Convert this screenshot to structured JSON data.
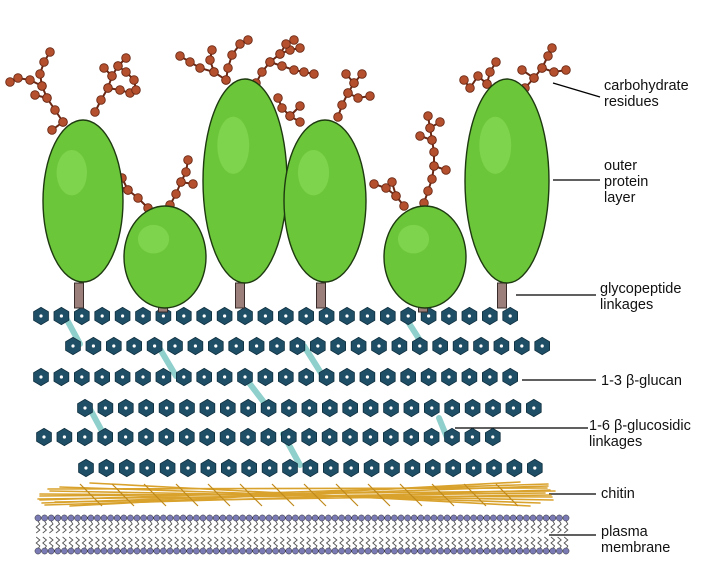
{
  "labels": {
    "carbohydrate": "carbohydrate\nresidues",
    "outer_protein": "outer\nprotein\nlayer",
    "glycopeptide": "glycopeptide\nlinkages",
    "beta13": "1-3 β-glucan",
    "beta16": "1-6 β-glucosidic\nlinkages",
    "chitin": "chitin",
    "membrane": "plasma\nmembrane"
  },
  "colors": {
    "protein_fill": "#6cc63a",
    "protein_stroke": "#1e3a10",
    "carbohydrate": "#b4502e",
    "carbohydrate_dark": "#6a2814",
    "stalk": "#9a7f7b",
    "glucan_hex": "#1f4f66",
    "glucan_center": "#ffffff",
    "linkage_rod": "#8fd0cc",
    "chitin_fiber": "#d9a22c",
    "membrane_head": "#7a7ab4",
    "membrane_tail": "#555555",
    "leader_line": "#000000"
  }
}
